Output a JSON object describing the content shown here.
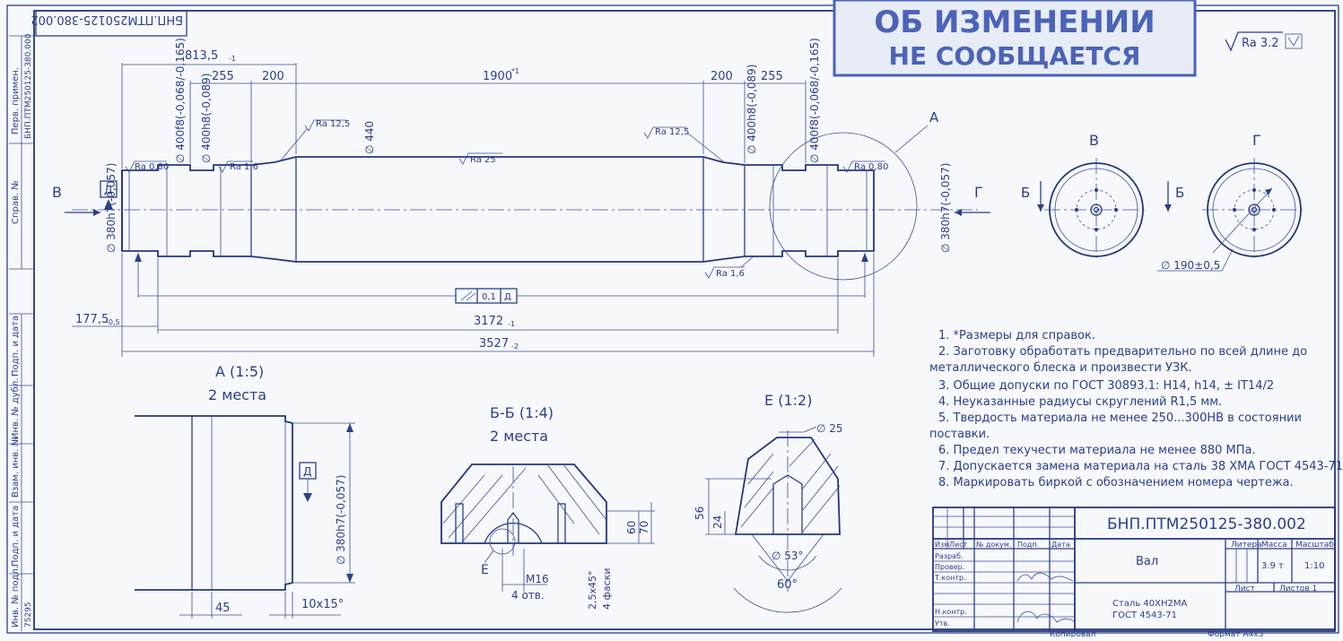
{
  "drawing": {
    "code": "БНП.ПТМ250125-380.002",
    "code_rotated": "БНП.ПТМ250125-380.002",
    "stamp": {
      "line1": "ОБ ИЗМЕНЕНИИ",
      "line2": "НЕ СООБЩАЕТСЯ"
    },
    "roughness_global": "Ra 3.2",
    "left_strip": {
      "first_use_label": "Перв. примен.",
      "first_use_value": "БНП.ПТМ250125-380.000",
      "ref_no": "Справ. №",
      "sign_date": "Подп. и дата",
      "dup_inv": "Инв. № дубл.",
      "replace_inv": "Взам. инв. №",
      "sign_date2": "Подп. и дата",
      "orig_inv": "Инв. № подл.",
      "orig_inv_value": "75295"
    }
  },
  "main_view": {
    "view_left": "В",
    "view_right": "Г",
    "datum": "Д",
    "callout_A": "А",
    "dims": {
      "d1": "813,5",
      "d1_tol": "-1",
      "d255_left": "255",
      "d200_left": "200",
      "d1900": "1900",
      "d1900_tol": "*1",
      "d200_right": "200",
      "d255_right": "255",
      "d177": "177,5",
      "d177_tol": "-0,5",
      "d3172": "3172",
      "d3172_tol": "-1",
      "d3527": "3527",
      "d3527_tol": "-2"
    },
    "diams": {
      "d380_left": "∅ 380h7(-0,057)",
      "d400f8_left": "∅ 400f8(-0,068/-0,165)",
      "d400h8_left": "∅ 400h8(-0,089)",
      "d440": "∅ 440",
      "d400h8_right": "∅ 400h8(-0,089)",
      "d400f8_right": "∅ 400f8(-0,068/-0,165)",
      "d380_right": "∅ 380h7(-0,057)"
    },
    "roughness": {
      "ra080_left": "Ra 0,80",
      "ra16_left": "Ra 1,6",
      "ra125_left": "Ra 12,5",
      "ra25": "Ra 25",
      "ra125_right": "Ra 12,5",
      "ra080_right": "Ra 0,80",
      "ra16_right": "Ra 1,6"
    },
    "runout": {
      "value": "0,1",
      "datum": "Д"
    }
  },
  "end_views": {
    "label_B": "В",
    "label_G": "Г",
    "section_mark": "Б",
    "diam190": "∅ 190±0,5"
  },
  "detail_A": {
    "title": "А (1:5)",
    "subtitle": "2 места",
    "datum": "Д",
    "diam": "∅ 380h7(-0,057)",
    "dim45": "45",
    "chamfer": "10x15°"
  },
  "section_BB": {
    "title": "Б-Б (1:4)",
    "subtitle": "2 места",
    "dim60": "60",
    "dim70": "70",
    "thread": "М16",
    "holes": "4 отв.",
    "chamfer": "2,5х45°",
    "chamfer_note": "4 фаски",
    "detail_ref": "Е"
  },
  "detail_E": {
    "title": "Е (1:2)",
    "diam25": "∅ 25",
    "dim56": "56",
    "dim24": "24",
    "angle53": "∅ 53°",
    "angle60": "60°"
  },
  "notes": [
    "1. *Размеры для справок.",
    "2. Заготовку обработать предварительно по всей длине до",
    "металлического блеска и произвести УЗК.",
    "3. Общие допуски по ГОСТ 30893.1: H14, h14, ± IT14/2",
    "4. Неуказанные радиусы скруглений R1,5 мм.",
    "5. Твердость материала не менее 250...300HB в состоянии",
    "поставки.",
    "6. Предел текучести материала не менее 880 МПа.",
    "7. Допускается замена материала на сталь 38 ХМА ГОСТ 4543-71.",
    "8. Маркировать биркой с обозначением номера чертежа."
  ],
  "title_block": {
    "code": "БНП.ПТМ250125-380.002",
    "name": "Вал",
    "material_line1": "Сталь 40ХН2МА",
    "material_line2": "ГОСТ 4543-71",
    "col_litera": "Литера",
    "col_mass": "Масса",
    "col_scale": "Масштаб",
    "mass": "3.9 т",
    "scale": "1:10",
    "sheet": "Лист",
    "sheets": "Листов 1",
    "h_izm": "Изм",
    "h_list": "Лист",
    "h_doc": "№ докум.",
    "h_sign": "Подп.",
    "h_date": "Дата",
    "r_razrab": "Разраб.",
    "r_prover": "Провер.",
    "r_tkontr": "Т.контр.",
    "r_nkontr": "Н.контр.",
    "r_utv": "Утв.",
    "copied": "Копировал",
    "format": "Формат А4х3"
  }
}
